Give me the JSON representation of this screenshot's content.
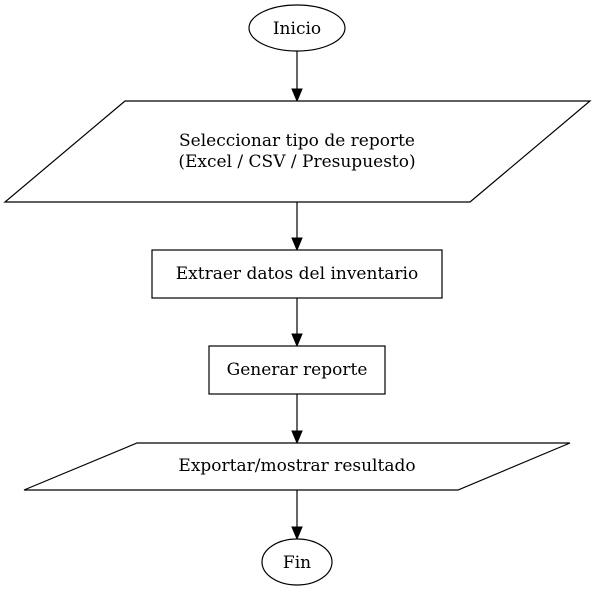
{
  "diagram": {
    "nodes": {
      "start": {
        "label": "Inicio"
      },
      "select_report": {
        "line1": "Seleccionar tipo de reporte",
        "line2": "(Excel / CSV / Presupuesto)"
      },
      "extract_data": {
        "label": "Extraer datos del inventario"
      },
      "generate_report": {
        "label": "Generar reporte"
      },
      "export_result": {
        "label": "Exportar/mostrar resultado"
      },
      "end": {
        "label": "Fin"
      }
    },
    "colors": {
      "stroke": "#000000",
      "fill": "#ffffff",
      "text": "#000000"
    }
  }
}
